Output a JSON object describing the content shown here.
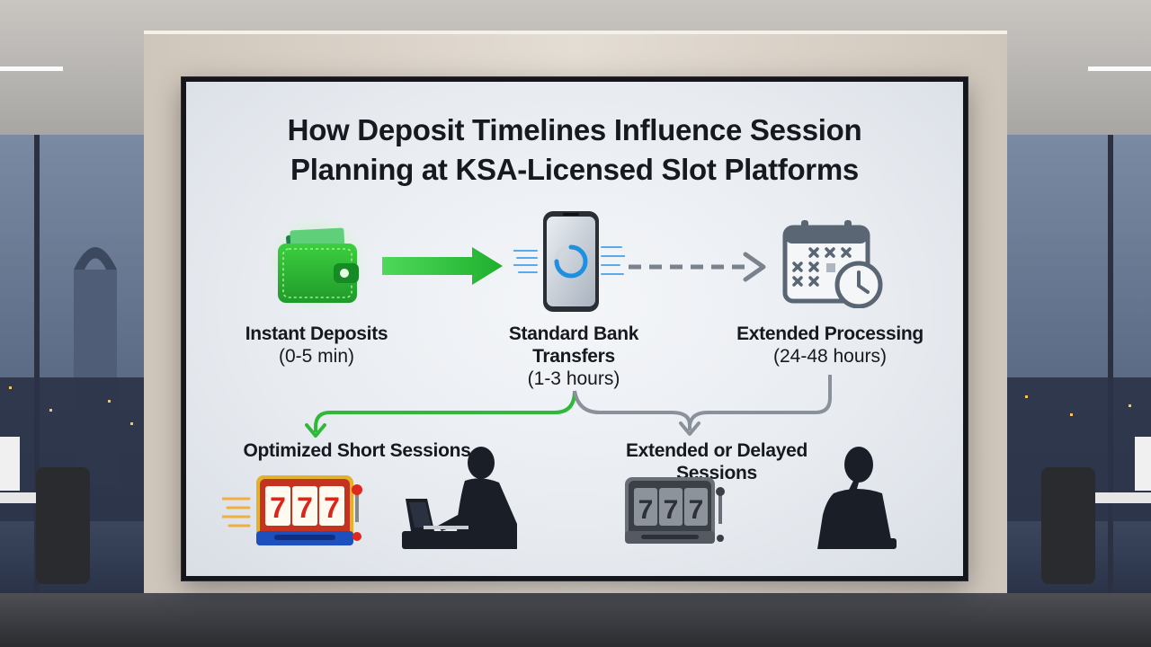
{
  "title": {
    "line1": "How Deposit Timelines Influence Session",
    "line2": "Planning at KSA-Licensed Slot Platforms"
  },
  "stages": [
    {
      "name": "Instant Deposits",
      "time": "(0-5 min)",
      "icon": "wallet-icon",
      "accent": "#2fb83a"
    },
    {
      "name_line1": "Standard Bank",
      "name_line2": "Transfers",
      "time": "(1-3 hours)",
      "icon": "smartphone-loading-icon",
      "accent": "#2f7fd6"
    },
    {
      "name": "Extended Processing",
      "time": "(24-48 hours)",
      "icon": "calendar-clock-icon",
      "accent": "#5b6675"
    }
  ],
  "outcomes": [
    {
      "label": "Optimized Short Sessions",
      "icons": [
        "slot-machine-777-icon",
        "person-at-laptop-icon"
      ],
      "accent": "#2fb83a"
    },
    {
      "label_line1": "Extended or Delayed",
      "label_line2": "Sessions",
      "icons": [
        "slot-machine-777-gray-icon",
        "thinking-person-icon"
      ],
      "accent": "#6e7682"
    }
  ],
  "reels": [
    "7",
    "7",
    "7"
  ],
  "colors": {
    "green": "#2fb83a",
    "gray": "#7a828d",
    "text": "#16191f"
  }
}
